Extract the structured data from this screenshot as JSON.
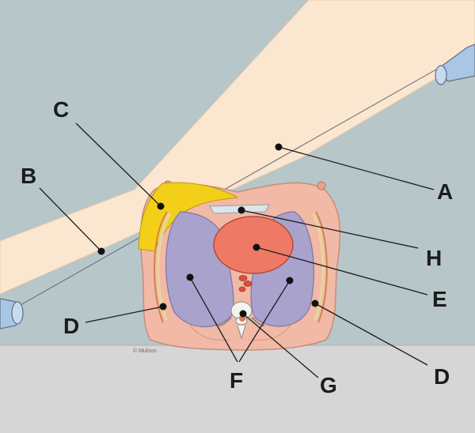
{
  "labels": {
    "a": "A",
    "b": "B",
    "c": "C",
    "d_left": "D",
    "d_right": "D",
    "e": "E",
    "f": "F",
    "g": "G",
    "h": "H"
  },
  "credit": "© Mulnos",
  "colors": {
    "background": "#b7c6c8",
    "floor": "#d6d6d6",
    "beam": "#fbe6cf",
    "body": "#f1b9a6",
    "lung": "#a9a2cc",
    "heart": "#ee7a66",
    "highlight": "#f3cf1a",
    "probe": "#a9c6e6"
  }
}
